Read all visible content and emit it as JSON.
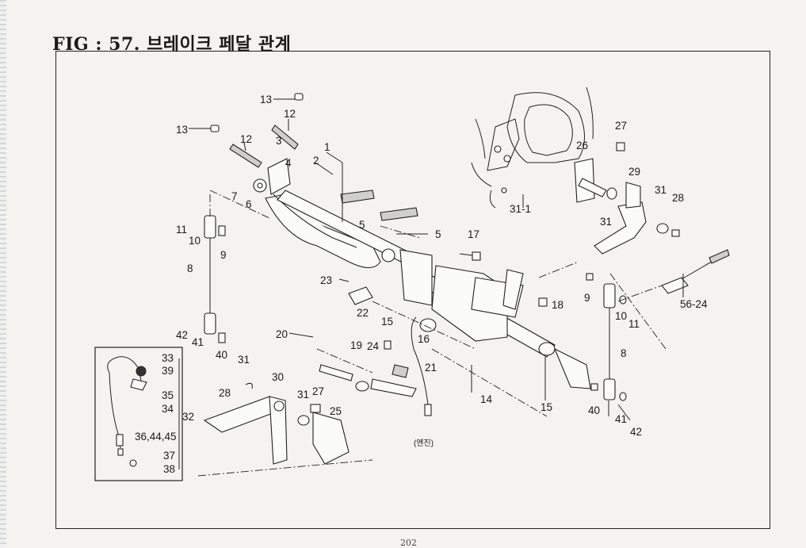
{
  "title": "FIG : 57. 브레이크 페달 관계",
  "page_number": "202",
  "engine_note": "(엔진)",
  "labels": [
    {
      "id": "13a",
      "text": "13"
    },
    {
      "id": "12a",
      "text": "12"
    },
    {
      "id": "13b",
      "text": "13"
    },
    {
      "id": "12b",
      "text": "12"
    },
    {
      "id": "1",
      "text": "1"
    },
    {
      "id": "3",
      "text": "3"
    },
    {
      "id": "2",
      "text": "2"
    },
    {
      "id": "4",
      "text": "4"
    },
    {
      "id": "7",
      "text": "7"
    },
    {
      "id": "6",
      "text": "6"
    },
    {
      "id": "5a",
      "text": "5"
    },
    {
      "id": "5b",
      "text": "5"
    },
    {
      "id": "11a",
      "text": "11"
    },
    {
      "id": "10a",
      "text": "10"
    },
    {
      "id": "9a",
      "text": "9"
    },
    {
      "id": "8a",
      "text": "8"
    },
    {
      "id": "42a",
      "text": "42"
    },
    {
      "id": "41a",
      "text": "41"
    },
    {
      "id": "40a",
      "text": "40"
    },
    {
      "id": "17",
      "text": "17"
    },
    {
      "id": "23",
      "text": "23"
    },
    {
      "id": "22",
      "text": "22"
    },
    {
      "id": "15a",
      "text": "15"
    },
    {
      "id": "16",
      "text": "16"
    },
    {
      "id": "20",
      "text": "20"
    },
    {
      "id": "19",
      "text": "19"
    },
    {
      "id": "24",
      "text": "24"
    },
    {
      "id": "21",
      "text": "21"
    },
    {
      "id": "31a",
      "text": "31"
    },
    {
      "id": "30",
      "text": "30"
    },
    {
      "id": "28a",
      "text": "28"
    },
    {
      "id": "31b",
      "text": "31"
    },
    {
      "id": "27a",
      "text": "27"
    },
    {
      "id": "25",
      "text": "25"
    },
    {
      "id": "14",
      "text": "14"
    },
    {
      "id": "15b",
      "text": "15"
    },
    {
      "id": "18",
      "text": "18"
    },
    {
      "id": "27b",
      "text": "27"
    },
    {
      "id": "26",
      "text": "26"
    },
    {
      "id": "31-1",
      "text": "31-1"
    },
    {
      "id": "29",
      "text": "29"
    },
    {
      "id": "31c",
      "text": "31"
    },
    {
      "id": "28b",
      "text": "28"
    },
    {
      "id": "31d",
      "text": "31"
    },
    {
      "id": "9b",
      "text": "9"
    },
    {
      "id": "10b",
      "text": "10"
    },
    {
      "id": "11b",
      "text": "11"
    },
    {
      "id": "56-24",
      "text": "56-24"
    },
    {
      "id": "8b",
      "text": "8"
    },
    {
      "id": "40b",
      "text": "40"
    },
    {
      "id": "41b",
      "text": "41"
    },
    {
      "id": "42b",
      "text": "42"
    },
    {
      "id": "33",
      "text": "33"
    },
    {
      "id": "39",
      "text": "39"
    },
    {
      "id": "35",
      "text": "35"
    },
    {
      "id": "34",
      "text": "34"
    },
    {
      "id": "32",
      "text": "32"
    },
    {
      "id": "36",
      "text": "36,44,45"
    },
    {
      "id": "37",
      "text": "37"
    },
    {
      "id": "38",
      "text": "38"
    }
  ]
}
